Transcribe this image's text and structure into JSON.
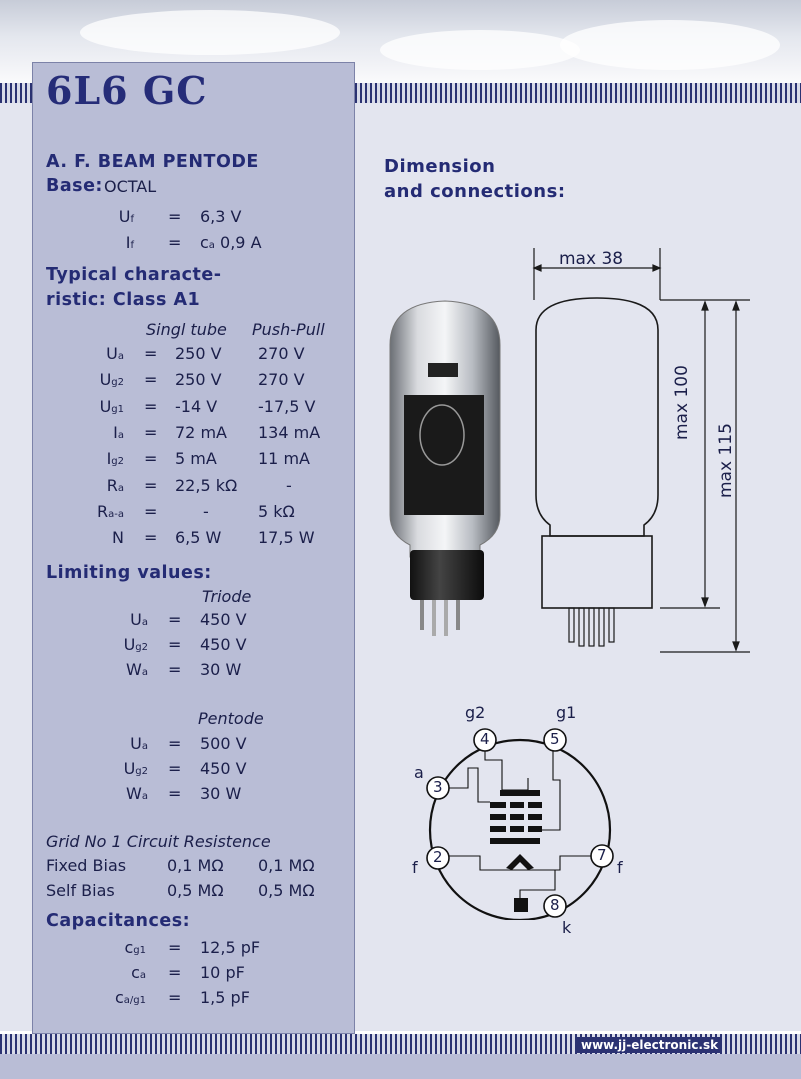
{
  "title": "6L6 GC",
  "heading_beam": "A. F. BEAM PENTODE",
  "base": {
    "label": "Base:",
    "value": "OCTAL"
  },
  "filament": [
    {
      "sym": "U",
      "sub": "f",
      "eq": "=",
      "val": "6,3 V"
    },
    {
      "sym": "I",
      "sub": "f",
      "eq": "=",
      "val_prefix": "c",
      "val_prefix_sub": "a",
      "val": "0,9 A"
    }
  ],
  "typical": {
    "heading_line1": "Typical characte-",
    "heading_line2": "ristic: Class A1",
    "col1": "Singl tube",
    "col2": "Push-Pull",
    "rows": [
      {
        "sym": "U",
        "sub": "a",
        "v1": "250 V",
        "v2": "270 V"
      },
      {
        "sym": "U",
        "sub": "g2",
        "v1": "250 V",
        "v2": "270 V"
      },
      {
        "sym": "U",
        "sub": "g1",
        "v1": "-14 V",
        "v2": "-17,5 V"
      },
      {
        "sym": "I",
        "sub": "a",
        "v1": "72 mA",
        "v2": "134 mA"
      },
      {
        "sym": "I",
        "sub": "g2",
        "v1": "5 mA",
        "v2": "11 mA"
      },
      {
        "sym": "R",
        "sub": "a",
        "v1": "22,5 kΩ",
        "v2": "-"
      },
      {
        "sym": "R",
        "sub": "a-a",
        "v1": "-",
        "v2": "5 kΩ"
      },
      {
        "sym": "N",
        "sub": "",
        "v1": "6,5 W",
        "v2": "17,5 W"
      }
    ]
  },
  "limiting": {
    "heading": "Limiting values:",
    "triode_label": "Triode",
    "triode": [
      {
        "sym": "U",
        "sub": "a",
        "val": "450 V"
      },
      {
        "sym": "U",
        "sub": "g2",
        "val": "450 V"
      },
      {
        "sym": "W",
        "sub": "a",
        "val": "30 W"
      }
    ],
    "pentode_label": "Pentode",
    "pentode": [
      {
        "sym": "U",
        "sub": "a",
        "val": "500 V"
      },
      {
        "sym": "U",
        "sub": "g2",
        "val": "450 V"
      },
      {
        "sym": "W",
        "sub": "a",
        "val": "30 W"
      }
    ]
  },
  "grid": {
    "heading": "Grid No 1 Circuit Resistence",
    "rows": [
      {
        "label": "Fixed Bias",
        "v1": "0,1 MΩ",
        "v2": "0,1 MΩ"
      },
      {
        "label": "Self Bias",
        "v1": "0,5 MΩ",
        "v2": "0,5 MΩ"
      }
    ]
  },
  "capacitances": {
    "heading": "Capacitances:",
    "rows": [
      {
        "sym": "c",
        "sub": "g1",
        "val": "12,5 pF"
      },
      {
        "sym": "c",
        "sub": "a",
        "val": "10 pF"
      },
      {
        "sym": "c",
        "sub": "a/g1",
        "val": "1,5 pF"
      }
    ]
  },
  "dimension": {
    "heading_line1": "Dimension",
    "heading_line2": "and connections:",
    "width_label": "max 38",
    "h1_label": "max 100",
    "h2_label": "max 115"
  },
  "pinout": {
    "pins": [
      "4",
      "5",
      "3",
      "2",
      "7",
      "8"
    ],
    "labels": {
      "g2": "g2",
      "g1": "g1",
      "a": "a",
      "f_left": "f",
      "f_right": "f",
      "k": "k"
    }
  },
  "website": "www.jj-electronic.sk",
  "colors": {
    "navy": "#242b74",
    "panel": "#b9bdd6",
    "panel_light": "#e3e5ef"
  }
}
